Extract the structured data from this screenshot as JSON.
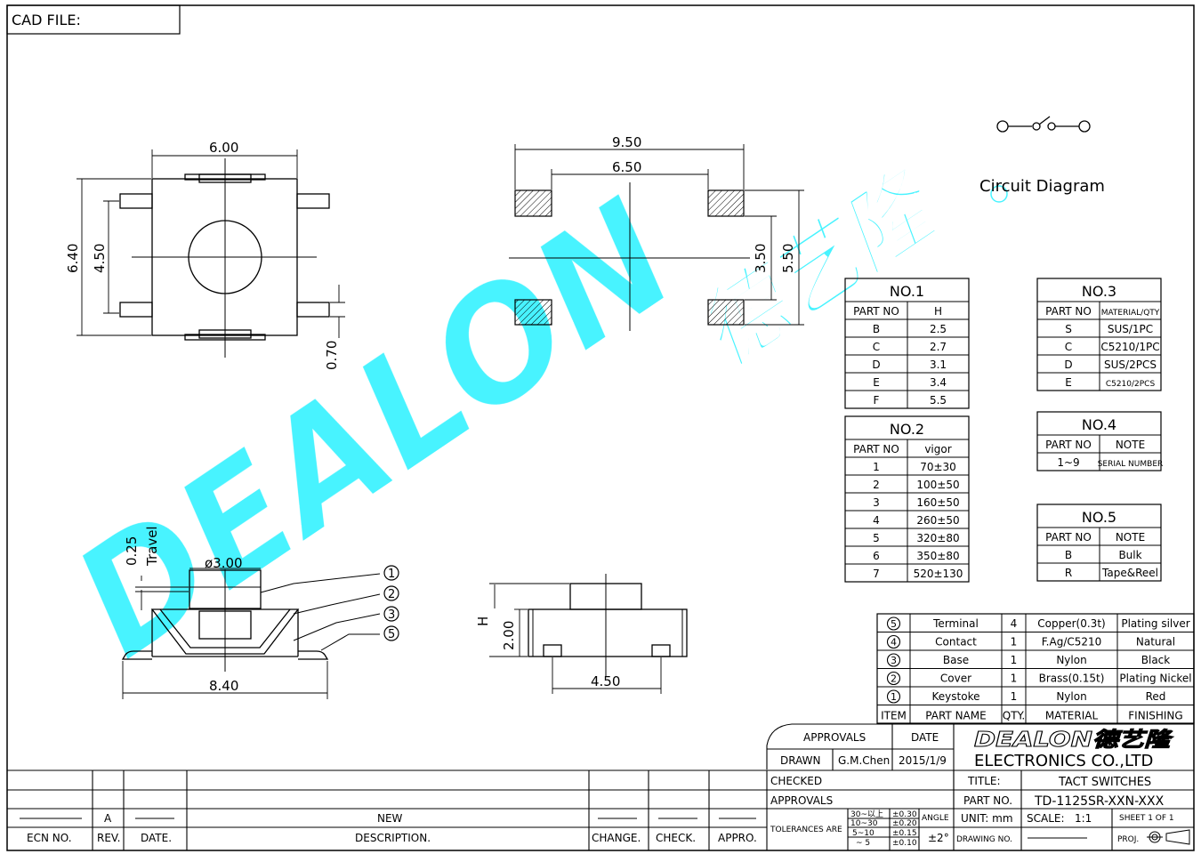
{
  "cad_file_label": "CAD FILE:",
  "watermark": {
    "brand": "DEALON",
    "chinese": "德艺隆",
    "color": "#3ff3ff"
  },
  "circuit_label": "Circuit Diagram",
  "dims": {
    "top_width": "6.00",
    "height_outer": "6.40",
    "height_inner": "4.50",
    "terminal_gap": "0.70",
    "pad_outer": "9.50",
    "pad_inner": "6.50",
    "pad_v_inner": "3.50",
    "pad_v_outer": "5.50",
    "travel_value": "0.25",
    "travel_label": "Travel",
    "diameter": "ø3.00",
    "side_width": "8.40",
    "front_height_h": "H",
    "front_height": "2.00",
    "front_width": "4.50"
  },
  "balloons": [
    "1",
    "2",
    "3",
    "5"
  ],
  "no1": {
    "title": "NO.1",
    "headers": [
      "PART  NO",
      "H"
    ],
    "rows": [
      [
        "B",
        "2.5"
      ],
      [
        "C",
        "2.7"
      ],
      [
        "D",
        "3.1"
      ],
      [
        "E",
        "3.4"
      ],
      [
        "F",
        "5.5"
      ]
    ]
  },
  "no2": {
    "title": "NO.2",
    "headers": [
      "PART  NO",
      "vigor"
    ],
    "rows": [
      [
        "1",
        "70±30"
      ],
      [
        "2",
        "100±50"
      ],
      [
        "3",
        "160±50"
      ],
      [
        "4",
        "260±50"
      ],
      [
        "5",
        "320±80"
      ],
      [
        "6",
        "350±80"
      ],
      [
        "7",
        "520±130"
      ]
    ]
  },
  "no3": {
    "title": "NO.3",
    "headers": [
      "PART  NO",
      "MATERIAL/QTY"
    ],
    "rows": [
      [
        "S",
        "SUS/1PC"
      ],
      [
        "C",
        "C5210/1PC"
      ],
      [
        "D",
        "SUS/2PCS"
      ],
      [
        "E",
        "C5210/2PCS"
      ]
    ]
  },
  "no4": {
    "title": "NO.4",
    "headers": [
      "PART  NO",
      "NOTE"
    ],
    "rows": [
      [
        "1~9",
        "SERIAL NUMBER"
      ]
    ]
  },
  "no5": {
    "title": "NO.5",
    "headers": [
      "PART  NO",
      "NOTE"
    ],
    "rows": [
      [
        "B",
        "Bulk"
      ],
      [
        "R",
        "Tape&Reel"
      ]
    ]
  },
  "bom": {
    "rows": [
      {
        "item": "5",
        "name": "Terminal",
        "qty": "4",
        "material": "Copper(0.3t)",
        "finish": "Plating  silver"
      },
      {
        "item": "4",
        "name": "Contact",
        "qty": "1",
        "material": "F.Ag/C5210",
        "finish": "Natural"
      },
      {
        "item": "3",
        "name": "Base",
        "qty": "1",
        "material": "Nylon",
        "finish": "Black"
      },
      {
        "item": "2",
        "name": "Cover",
        "qty": "1",
        "material": "Brass(0.15t)",
        "finish": "Plating  Nickel"
      },
      {
        "item": "1",
        "name": "Keystoke",
        "qty": "1",
        "material": "Nylon",
        "finish": "Red"
      }
    ],
    "headers": {
      "item": "ITEM",
      "name": "PART  NAME",
      "qty": "QTY.",
      "material": "MATERIAL",
      "finish": "FINISHING"
    }
  },
  "title_block": {
    "approvals": "APPROVALS",
    "date": "DATE",
    "drawn": "DRAWN",
    "drawn_by": "G.M.Chen",
    "drawn_date": "2015/1/9",
    "checked": "CHECKED",
    "approvals2": "APPROVALS",
    "company_logo": "DEALON德艺隆",
    "company": "ELECTRONICS  CO.,LTD",
    "title_label": "TITLE:",
    "title": "TACT  SWITCHES",
    "part_no_label": "PART  NO.",
    "part_no": "TD-1125SR-XXN-XXX",
    "tolerances_label": "TOLERANCES  ARE",
    "tol_ranges": [
      "30~以上",
      "10~30",
      "5~10",
      "~ 5"
    ],
    "tol_values": [
      "±0.30",
      "±0.20",
      "±0.15",
      "±0.10"
    ],
    "angle_label": "ANGLE",
    "angle": "±2°",
    "unit": "UNIT:  mm",
    "scale_label": "SCALE:",
    "scale": "1:1",
    "sheet": "SHEET   1  OF  1",
    "drawing_no": "DRAWING  NO.",
    "proj": "PROJ."
  },
  "revision": {
    "rev": "A",
    "desc": "NEW",
    "headers": [
      "ECN  NO.",
      "REV.",
      "DATE.",
      "DESCRIPTION.",
      "CHANGE.",
      "CHECK.",
      "APPRO."
    ]
  }
}
